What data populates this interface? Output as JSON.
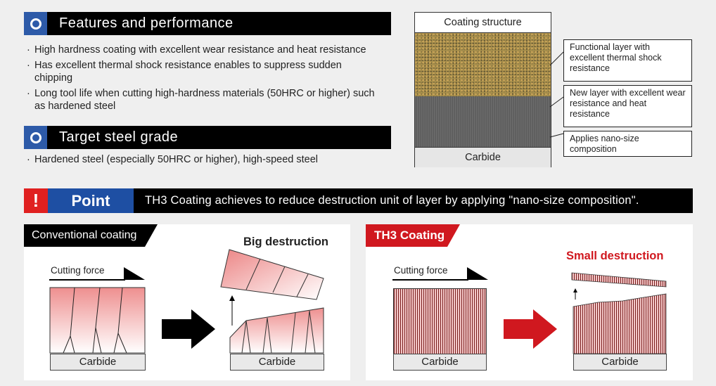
{
  "features": {
    "title": "Features and performance",
    "bullets": [
      "High hardness coating with excellent wear resistance and heat resistance",
      "Has excellent thermal shock resistance enables to suppress sudden chipping",
      "Long tool life when cutting high-hardness materials (50HRC or higher) such as hardened steel"
    ]
  },
  "target": {
    "title": "Target steel grade",
    "bullets": [
      "Hardened steel (especially 50HRC or higher), high-speed steel"
    ]
  },
  "structure": {
    "title": "Coating structure",
    "carbide": "Carbide",
    "callouts": [
      "Functional layer with excellent thermal shock resistance",
      "New layer with excellent wear resistance and heat resistance",
      "Applies nano-size composition"
    ]
  },
  "point": {
    "mark": "!",
    "label": "Point",
    "text": "TH3 Coating achieves to reduce destruction unit of layer by applying \"nano-size composition\"."
  },
  "conventional": {
    "tag": "Conventional coating",
    "force_label": "Cutting force",
    "result_label": "Big destruction",
    "carbide_before": "Carbide",
    "carbide_after": "Carbide"
  },
  "th3": {
    "tag": "TH3 Coating",
    "force_label": "Cutting force",
    "result_label": "Small destruction",
    "carbide_before": "Carbide",
    "carbide_after": "Carbide"
  },
  "colors": {
    "header_black": "#000000",
    "icon_blue": "#2d5aa8",
    "point_red": "#e02020",
    "point_blue": "#1e4fa3",
    "th3_red": "#d0181f",
    "coating_pink": "#f08a8a"
  }
}
